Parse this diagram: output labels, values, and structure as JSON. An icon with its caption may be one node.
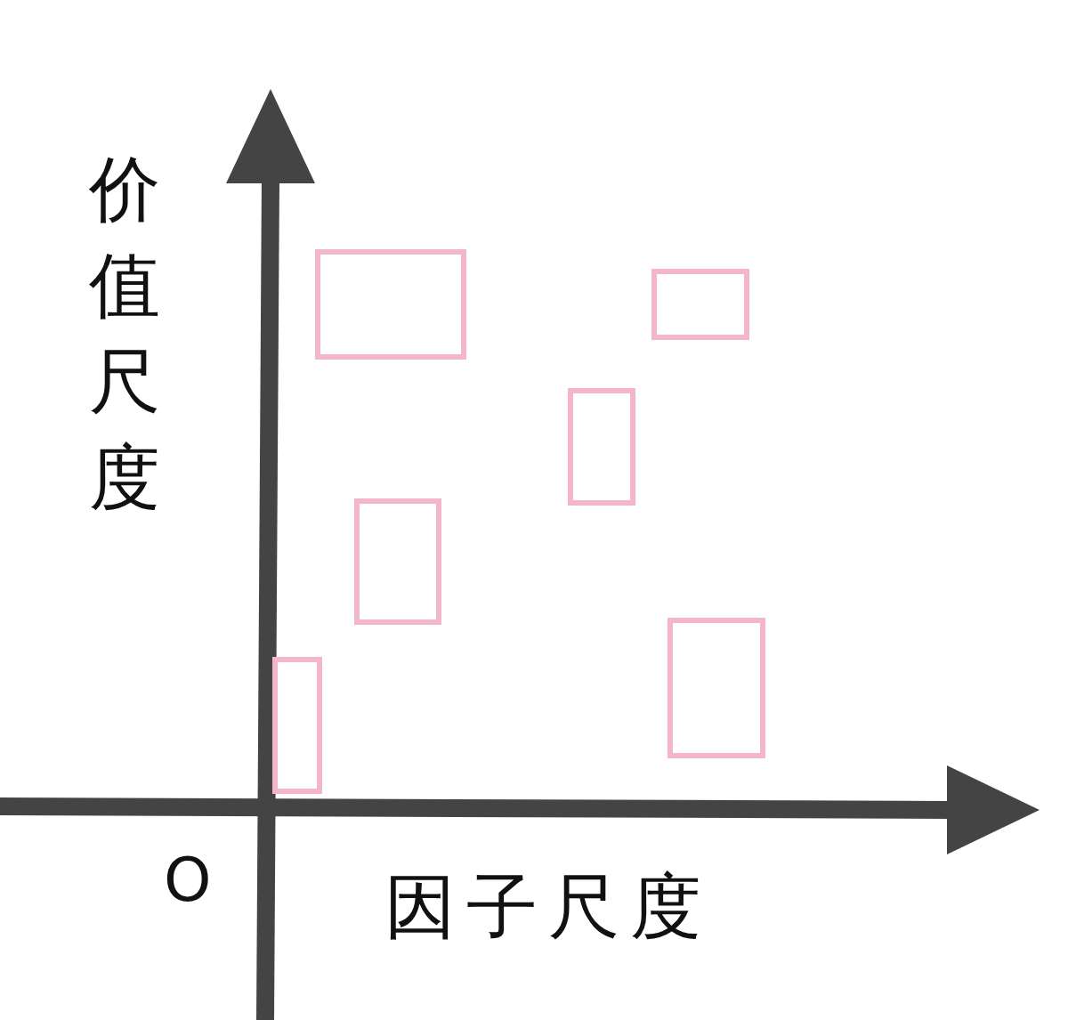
{
  "diagram": {
    "nodes": [
      {
        "text": [],
        "shape": "box"
      },
      {
        "text": [],
        "shape": "box"
      },
      {
        "text": [],
        "shape": "box"
      },
      {
        "text": [],
        "shape": "box"
      },
      {
        "text": [],
        "shape": "box"
      },
      {
        "text": [],
        "shape": "box"
      }
    ],
    "labels": [
      "价值尺度",
      "O",
      "因子尺度"
    ]
  }
}
